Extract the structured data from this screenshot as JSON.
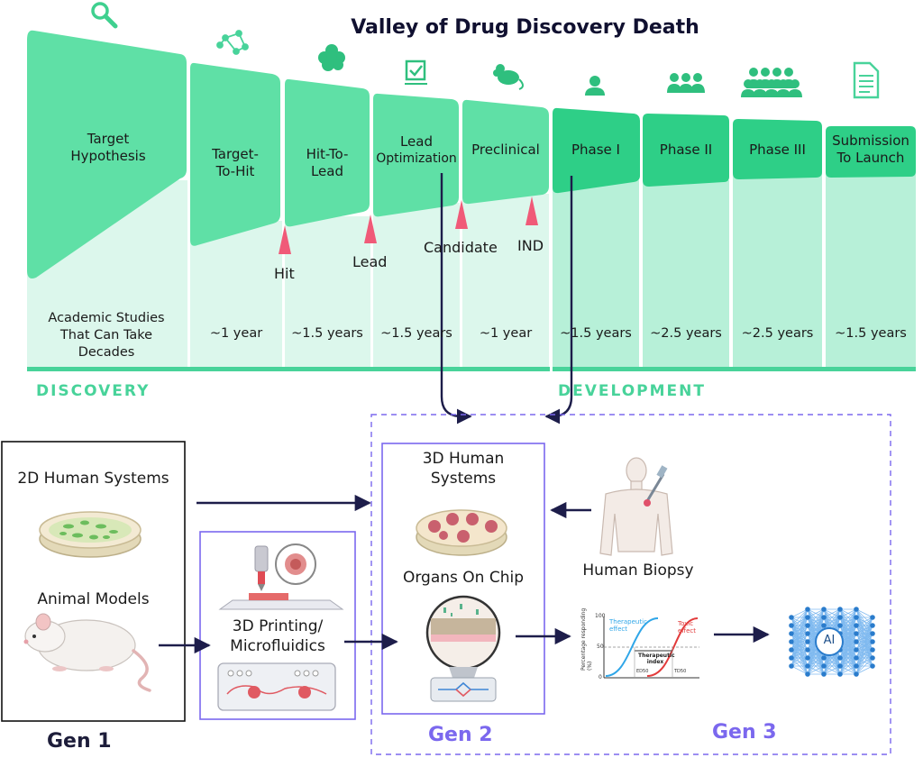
{
  "title": "Valley of Drug Discovery Death",
  "stages": [
    {
      "id": "target-hypothesis",
      "line1": "Target",
      "line2": "Hypothesis",
      "duration_lines": [
        "Academic Studies",
        "That Can Take",
        "Decades"
      ],
      "icon": "magnifier-icon"
    },
    {
      "id": "target-to-hit",
      "line1": "Target-",
      "line2": "To-Hit",
      "duration_lines": [
        "~1 year"
      ],
      "icon": "molecule-network-icon"
    },
    {
      "id": "hit-to-lead",
      "line1": "Hit-To-",
      "line2": "Lead",
      "duration_lines": [
        "~1.5 years"
      ],
      "icon": "cell-cluster-icon"
    },
    {
      "id": "lead-optimization",
      "line1": "Lead",
      "line2": "Optimization",
      "duration_lines": [
        "~1.5 years"
      ],
      "icon": "checkbox-icon"
    },
    {
      "id": "preclinical",
      "line1": "Preclinical",
      "line2": "",
      "duration_lines": [
        "~1 year"
      ],
      "icon": "mouse-icon"
    },
    {
      "id": "phase-1",
      "line1": "Phase I",
      "line2": "",
      "duration_lines": [
        "~1.5 years"
      ],
      "icon": "person-icon"
    },
    {
      "id": "phase-2",
      "line1": "Phase II",
      "line2": "",
      "duration_lines": [
        "~2.5 years"
      ],
      "icon": "group-icon"
    },
    {
      "id": "phase-3",
      "line1": "Phase III",
      "line2": "",
      "duration_lines": [
        "~2.5 years"
      ],
      "icon": "crowd-icon"
    },
    {
      "id": "submission",
      "line1": "Submission",
      "line2": "To Launch",
      "duration_lines": [
        "~1.5 years"
      ],
      "icon": "document-icon"
    }
  ],
  "milestones": [
    "Hit",
    "Lead",
    "Candidate",
    "IND"
  ],
  "sections": {
    "discovery": "DISCOVERY",
    "development": "DEVELOPMENT"
  },
  "gen1": {
    "label": "Gen 1",
    "item1": "2D Human Systems",
    "item2": "Animal Models"
  },
  "printing": {
    "line1": "3D Printing/",
    "line2": "Microfluidics"
  },
  "gen2": {
    "label": "Gen 2",
    "item1_line1": "3D Human",
    "item1_line2": "Systems",
    "item2": "Organs On Chip"
  },
  "biopsy": {
    "label": "Human Biopsy"
  },
  "gen3": {
    "label": "Gen 3",
    "ai": "AI"
  },
  "dose_chart": {
    "y_axis": "Percentage responding (%)",
    "y_ticks": [
      "100",
      "50",
      "0"
    ],
    "therapeutic_effect": [
      "Therapeutic",
      "effect"
    ],
    "toxic_effect": [
      "Toxic",
      "effect"
    ],
    "index": [
      "Therapeutic",
      "index"
    ],
    "ed50": "ED50",
    "td50": "TD50"
  },
  "colors": {
    "accent": "#48d39a",
    "bar": "#5fe0a6",
    "band": "#d8f6ea",
    "gen_purple": "#7b68ee",
    "arrow": "#1d1d4a",
    "milestone": "#f05a78"
  }
}
